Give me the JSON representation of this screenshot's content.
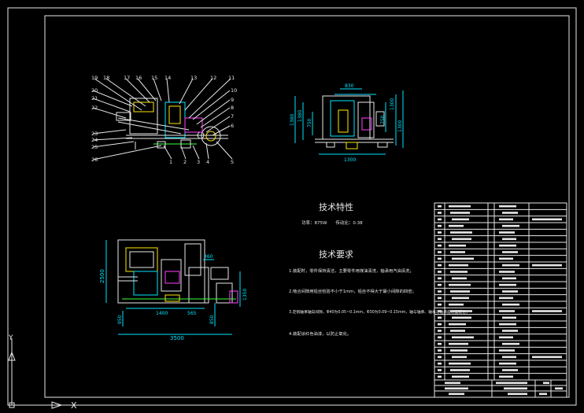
{
  "tech_char": {
    "title": "技术特性",
    "line": "功率：875W　　传动比：0.38"
  },
  "tech_req": {
    "title": "技术要求",
    "items": [
      "1.装配时，零件保持清洁，主要零件用煤油清洗，轴承用汽油清洗；",
      "2.啮合间隙用铅丝检验不小于1mm，铅丝不得大于最小间隙的四倍；",
      "3.定销轴承轴向间隙，Φ40为0.05~0.1mm，Φ30为0.09~0.15mm，轴与轴承、轴承与轴承座过盈配合；",
      "4.装配涂红色油漆，以防止氧化。"
    ]
  },
  "side_view": {
    "top_labels": [
      "19",
      "18",
      "17",
      "16",
      "15",
      "14",
      "13",
      "12",
      "11"
    ],
    "left_labels": [
      "20",
      "21",
      "22",
      "23",
      "24",
      "25",
      "26"
    ],
    "right_labels": [
      "10",
      "9",
      "8",
      "7",
      "6"
    ],
    "bottom_labels": [
      "1",
      "2",
      "3",
      "4",
      "5"
    ]
  },
  "front_view": {
    "dims": [
      "830",
      "1380",
      "1380",
      "1300",
      "1300",
      "750",
      "750",
      "1300"
    ]
  },
  "plan_view": {
    "dims": [
      "2500",
      "1400",
      "565",
      "3500",
      "1350",
      "950",
      "850",
      "360"
    ]
  }
}
